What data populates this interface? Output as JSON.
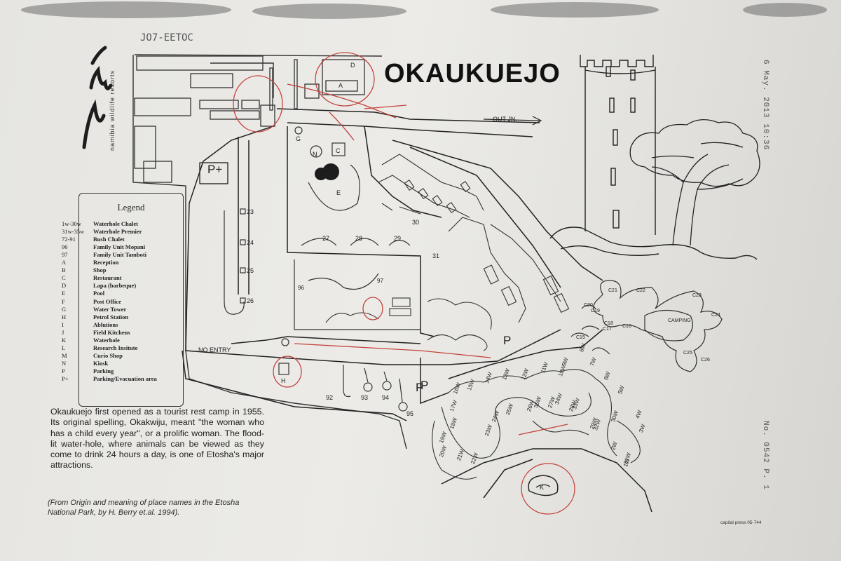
{
  "map": {
    "title": "OKAUKUEJO",
    "org_name": "namibia wildlife resorts",
    "logo_text": "NWR",
    "handwritten_top": "JO7-EETOC",
    "out_label": "OUT JN.",
    "no_entry_label": "NO ENTRY",
    "camping_label": "CAMPING",
    "printer_credit": "capital press 05-744",
    "stamp_date": "6 May. 2013 10:36",
    "stamp_no": "No. 0542   P. 1"
  },
  "legend": {
    "title": "Legend",
    "items": [
      {
        "code": "1w-30w",
        "desc": "Waterhole Chalet"
      },
      {
        "code": "31w-35w",
        "desc": "Waterhole Premier"
      },
      {
        "code": "72-91",
        "desc": "Bush Chalet"
      },
      {
        "code": "96",
        "desc": "Family Unit Mopani"
      },
      {
        "code": "97",
        "desc": "Family Unit Tamboti"
      },
      {
        "code": "A",
        "desc": "Reception"
      },
      {
        "code": "B",
        "desc": "Shop"
      },
      {
        "code": "C",
        "desc": "Restaurant"
      },
      {
        "code": "D",
        "desc": "Lapa (barbeque)"
      },
      {
        "code": "E",
        "desc": "Pool"
      },
      {
        "code": "F",
        "desc": "Post Office"
      },
      {
        "code": "G",
        "desc": "Water Tower"
      },
      {
        "code": "H",
        "desc": "Petrol Station"
      },
      {
        "code": "I",
        "desc": "Ablutions"
      },
      {
        "code": "J",
        "desc": "Field Kitchens"
      },
      {
        "code": "K",
        "desc": "Waterhole"
      },
      {
        "code": "L",
        "desc": "Research Insitute"
      },
      {
        "code": "M",
        "desc": "Curio Shop"
      },
      {
        "code": "N",
        "desc": "Kiosk"
      },
      {
        "code": "P",
        "desc": "Parking"
      },
      {
        "code": "P+",
        "desc": "Parking/Evacuation area"
      }
    ]
  },
  "description": "Okaukuejo first opened as a tourist rest camp in 1955. Its original spelling, Okakwiju, meant \"the woman who has a child every year\", or a prolific woman. The flood-lit water-hole, where animals can be viewed as they come to drink 24 hours a day, is one of Etosha's major attractions.",
  "source": "(From Origin and meaning of place names in the Etosha National Park, by H. Berry et.al. 1994).",
  "labels": {
    "campsites": [
      "C21",
      "C22",
      "C23",
      "C24",
      "C20",
      "C19",
      "C18",
      "C17",
      "C16",
      "C15",
      "C25",
      "C26"
    ],
    "units_left": [
      "23",
      "24",
      "25",
      "26"
    ],
    "units_mid": [
      "27",
      "28",
      "29",
      "30",
      "31"
    ],
    "units_bottom": [
      "92",
      "93",
      "94",
      "95"
    ],
    "family": [
      "96",
      "97"
    ],
    "facility_codes": [
      "A",
      "C",
      "D",
      "E",
      "G",
      "H",
      "K",
      "N",
      "P",
      "P+",
      "P",
      "P"
    ],
    "waterhole_chalets": [
      "1W",
      "2W",
      "3W",
      "4W",
      "5W",
      "6W",
      "7W",
      "8W",
      "9W",
      "10W",
      "11W",
      "12W",
      "13W",
      "14W",
      "15W",
      "16W",
      "17W",
      "18W",
      "19W",
      "20W",
      "21W",
      "22W",
      "23W",
      "24W",
      "25W",
      "26W",
      "27W",
      "28W",
      "29W",
      "30W",
      "31W",
      "32W",
      "33W",
      "34W",
      "35W"
    ]
  },
  "colors": {
    "paper": "#ebeae6",
    "ink": "#2a2a2a",
    "red_pen": "#c2443c",
    "background": "#7c7d82"
  }
}
